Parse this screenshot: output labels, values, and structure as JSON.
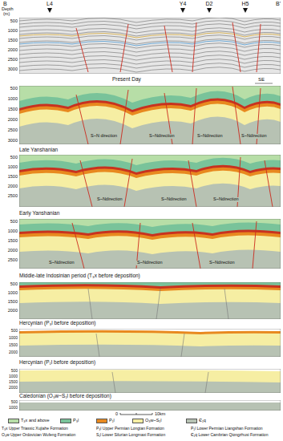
{
  "diagram": {
    "labels": [
      "B",
      "L4",
      "Y4",
      "D2",
      "H5",
      "B'",
      "Depth",
      "(m)",
      "500",
      "1000",
      "1500",
      "2000",
      "2500",
      "3000",
      "Present Day",
      "SE",
      "500",
      "1000",
      "1500",
      "2000",
      "2500",
      "3000",
      "S~N direction",
      "S~Ndirection",
      "S~Ndirection",
      "S~Ndirection",
      "Late Yanshanian",
      "500",
      "1000",
      "1500",
      "2000",
      "2500",
      "S~Ndirection",
      "S~Ndirection",
      "S~Ndirection",
      "Early Yanshanian",
      "500",
      "1000",
      "1500",
      "2000",
      "2500",
      "S~Ndirection",
      "S~Ndirection",
      "S~Ndirection",
      "Middle-late Indosinian period (T₃x before deposition)",
      "500",
      "1000",
      "1500",
      "2000",
      "Hercynian (P₃l before deposition)",
      "500",
      "1000",
      "1500",
      "2000",
      "Hercynian (P₁l before deposition)",
      "500",
      "1000",
      "1500",
      "2000",
      "Caledonian (O₃w~S₁l before deposition)",
      "500",
      "1000",
      "0",
      "10km",
      "T₃x Upper Triassic Xujiahe Formation",
      "P₃l Upper Permian Longtan Formation",
      "P₁l Lower Permian Liangshan Formation",
      "O₃w Upper Ordovician Wufeng Formation",
      "S₁l Lower Silurian Longmaxi Formation",
      "Є₁q Lower Cambrian Qiongzhusi Formation"
    ],
    "legend": [
      {
        "text": "T₃x and above",
        "color": "#b7dea7"
      },
      {
        "text": "P₃l",
        "color": "#79c39a"
      },
      {
        "text": "P₁l",
        "color": "#e8891f"
      },
      {
        "text": "O₃w~S₁l",
        "color": "#f6eea3"
      },
      {
        "text": "Є₁q",
        "color": "#b7c2b3"
      }
    ]
  }
}
